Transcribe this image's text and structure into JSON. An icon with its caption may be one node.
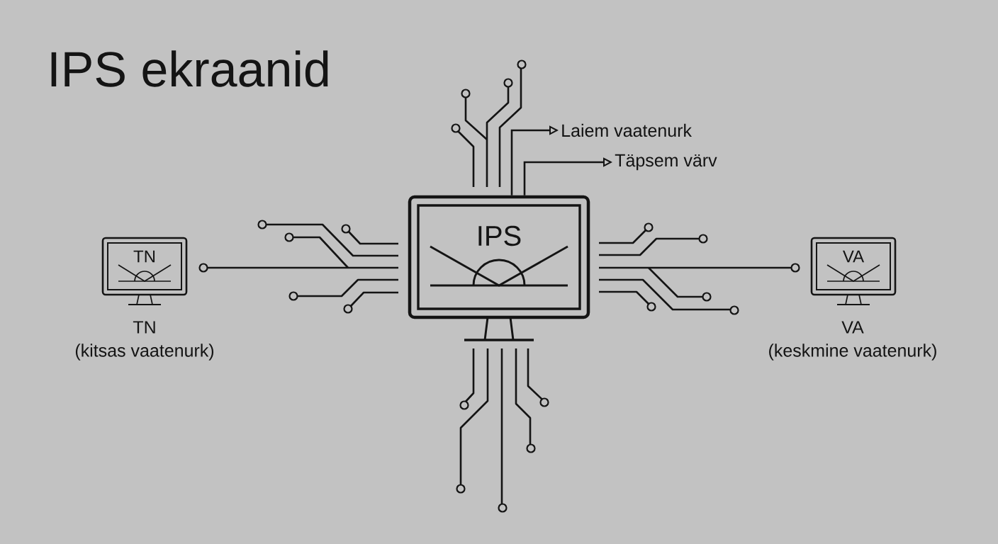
{
  "diagram": {
    "title": "IPS ekraanid",
    "nodes": [
      {
        "text": [
          "IPS"
        ]
      },
      {
        "text": [
          "TN"
        ],
        "beside": [
          "TN",
          "(kitsas vaatenurk)"
        ]
      },
      {
        "text": [
          "VA"
        ],
        "beside": [
          "VA",
          "(keskmine vaatenurk)"
        ]
      },
      {
        "text": [
          "Laiem vaatenurk"
        ]
      },
      {
        "text": [
          "Täpsem värv"
        ]
      }
    ],
    "edges": [
      {
        "from": 0,
        "to": 3,
        "arrow": "to"
      },
      {
        "from": 0,
        "to": 4,
        "arrow": "to"
      }
    ]
  }
}
